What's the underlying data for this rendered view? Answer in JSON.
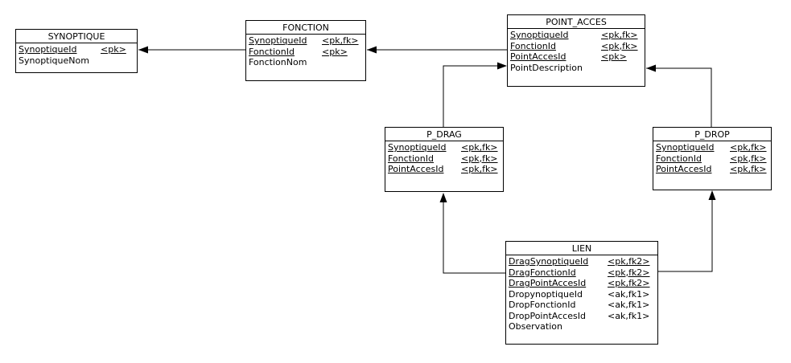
{
  "diagram": {
    "tables": [
      {
        "id": "synoptique",
        "name": "SYNOPTIQUE",
        "rows": [
          {
            "name": "SynoptiqueId",
            "tag": "<pk>",
            "key": true
          },
          {
            "name": "SynoptiqueNom",
            "tag": "",
            "key": false
          }
        ]
      },
      {
        "id": "fonction",
        "name": "FONCTION",
        "rows": [
          {
            "name": "SynoptiqueId",
            "tag": "<pk,fk>",
            "key": true
          },
          {
            "name": "FonctionId",
            "tag": "<pk>",
            "key": true
          },
          {
            "name": "FonctionNom",
            "tag": "",
            "key": false
          }
        ]
      },
      {
        "id": "point_acces",
        "name": "POINT_ACCES",
        "rows": [
          {
            "name": "SynoptiqueId",
            "tag": "<pk,fk>",
            "key": true
          },
          {
            "name": "FonctionId",
            "tag": "<pk,fk>",
            "key": true
          },
          {
            "name": "PointAccesId",
            "tag": "<pk>",
            "key": true
          },
          {
            "name": "PointDescription",
            "tag": "",
            "key": false
          }
        ]
      },
      {
        "id": "p_drag",
        "name": "P_DRAG",
        "rows": [
          {
            "name": "SynoptiqueId",
            "tag": "<pk,fk>",
            "key": true
          },
          {
            "name": "FonctionId",
            "tag": "<pk,fk>",
            "key": true
          },
          {
            "name": "PointAccesId",
            "tag": "<pk,fk>",
            "key": true
          }
        ]
      },
      {
        "id": "p_drop",
        "name": "P_DROP",
        "rows": [
          {
            "name": "SynoptiqueId",
            "tag": "<pk,fk>",
            "key": true
          },
          {
            "name": "FonctionId",
            "tag": "<pk,fk>",
            "key": true
          },
          {
            "name": "PointAccesId",
            "tag": "<pk,fk>",
            "key": true
          }
        ]
      },
      {
        "id": "lien",
        "name": "LIEN",
        "rows": [
          {
            "name": "DragSynoptiqueId",
            "tag": "<pk,fk2>",
            "key": true
          },
          {
            "name": "DragFonctionId",
            "tag": "<pk,fk2>",
            "key": true
          },
          {
            "name": "DragPointAccesId",
            "tag": "<pk,fk2>",
            "key": true
          },
          {
            "name": "DropynoptiqueId",
            "tag": "<ak,fk1>",
            "key": false
          },
          {
            "name": "DropFonctionId",
            "tag": "<ak,fk1>",
            "key": false
          },
          {
            "name": "DropPointAccesId",
            "tag": "<ak,fk1>",
            "key": false
          },
          {
            "name": "Observation",
            "tag": "",
            "key": false
          }
        ]
      }
    ],
    "relations": [
      {
        "from": "FONCTION",
        "to": "SYNOPTIQUE"
      },
      {
        "from": "POINT_ACCES",
        "to": "FONCTION"
      },
      {
        "from": "P_DRAG",
        "to": "POINT_ACCES"
      },
      {
        "from": "P_DROP",
        "to": "POINT_ACCES"
      },
      {
        "from": "LIEN",
        "to": "P_DRAG"
      },
      {
        "from": "LIEN",
        "to": "P_DROP"
      }
    ],
    "colors": {
      "line": "#000000",
      "text": "#000000",
      "table_bg": "#ffffff",
      "background": "#ffffff"
    }
  }
}
